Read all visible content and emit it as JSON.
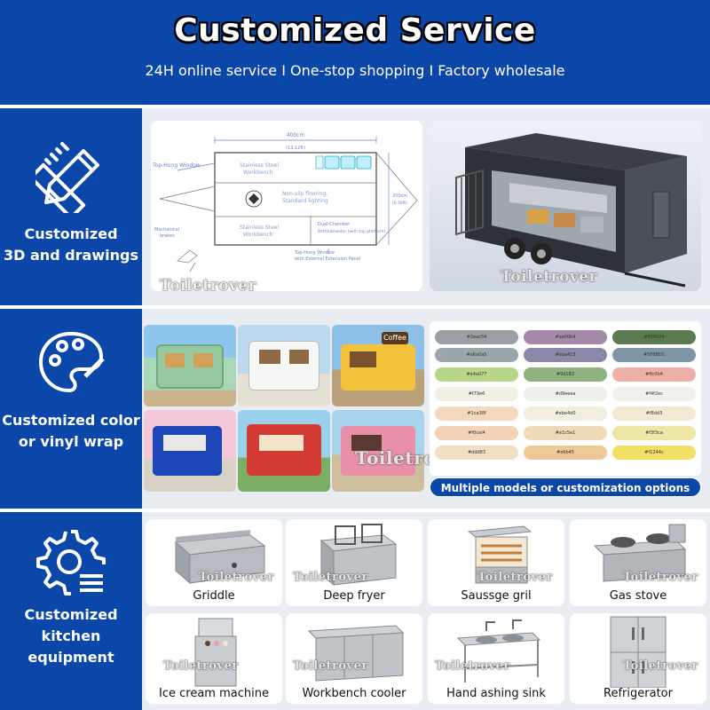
{
  "header": {
    "title": "Customized Service",
    "subtitle": "24H online service  I  One-stop shopping  I  Factory wholesale"
  },
  "brand": {
    "watermark": "Toiletrover",
    "primary_color": "#0a47a8"
  },
  "sections": [
    {
      "label_line1": "Customized",
      "label_line2": "3D and drawings",
      "icon": "pencil-ruler-icon",
      "drawing": {
        "width_label": "400cm",
        "width_sub": "(13.12ft)",
        "height_label": "200cm",
        "height_sub": "(6.56ft)",
        "top_hung_window": "Top-Hung Window",
        "workbench_top": "Stainless Steel",
        "workbench_top2": "Workbench",
        "floor": "Non-slip flooring,",
        "lighting": "Standard lighting",
        "workbench_bottom": "Stainless Steel",
        "workbench_bottom2": "Workbench",
        "dual_chamber": "Dual-Chamber",
        "dual_chamber2": "Bathtub/water (with top platform)",
        "bottom_window": "Top-Hung Window",
        "bottom_window2": "with External Extension Panel",
        "brakes": "Mechanical",
        "brakes2": "brakes"
      }
    },
    {
      "label_line1": "Customized color",
      "label_line2": "or vinyl wrap",
      "icon": "palette-icon",
      "options_label": "Multiple models or customization options",
      "photos_label": "Coffee",
      "swatches": [
        {
          "code": "#3eac54",
          "color": "#9aa0a6"
        },
        {
          "code": "#ae00b4",
          "color": "#a48aa8"
        },
        {
          "code": "#5E8024",
          "color": "#5b7a52"
        },
        {
          "code": "#a6a0a5",
          "color": "#9aa6ac"
        },
        {
          "code": "#eba413",
          "color": "#8a88a8"
        },
        {
          "code": "#5F6BD5",
          "color": "#7f96a6"
        },
        {
          "code": "#e4a077",
          "color": "#b7d68a"
        },
        {
          "code": "#9d1B2",
          "color": "#8fb37e"
        },
        {
          "code": "#ffc0b4",
          "color": "#eeb0a6"
        },
        {
          "code": "#f79e6",
          "color": "#f1efe6"
        },
        {
          "code": "#d9eeea",
          "color": "#eef0ea"
        },
        {
          "code": "#f4f2ec",
          "color": "#f2f1ec"
        },
        {
          "code": "#1ca38f",
          "color": "#f3d9be"
        },
        {
          "code": "#ebe4d0",
          "color": "#f3efe0"
        },
        {
          "code": "#f8dd3",
          "color": "#f4ead4"
        },
        {
          "code": "#f0cel4",
          "color": "#f3d4b8"
        },
        {
          "code": "#e1c5e1",
          "color": "#f0d9b8"
        },
        {
          "code": "#f3f3ca",
          "color": "#f0e6a8"
        },
        {
          "code": "#ddd83",
          "color": "#f2e0c4"
        },
        {
          "code": "#e6b45",
          "color": "#efc898"
        },
        {
          "code": "#f1244c",
          "color": "#f2e066"
        }
      ]
    },
    {
      "label_line1": "Customized",
      "label_line2": "kitchen",
      "label_line3": "equipment",
      "icon": "gear-list-icon",
      "equipment": [
        {
          "name": "Griddle",
          "icon": "griddle-icon"
        },
        {
          "name": "Deep fryer",
          "icon": "deep-fryer-icon"
        },
        {
          "name": "Saussge gril",
          "icon": "sausage-grill-icon"
        },
        {
          "name": "Gas stove",
          "icon": "gas-stove-icon"
        },
        {
          "name": "Ice cream machine",
          "icon": "ice-cream-machine-icon"
        },
        {
          "name": "Workbench cooler",
          "icon": "workbench-cooler-icon"
        },
        {
          "name": "Hand ashing sink",
          "icon": "hand-sink-icon"
        },
        {
          "name": "Refrigerator",
          "icon": "refrigerator-icon"
        }
      ]
    }
  ]
}
